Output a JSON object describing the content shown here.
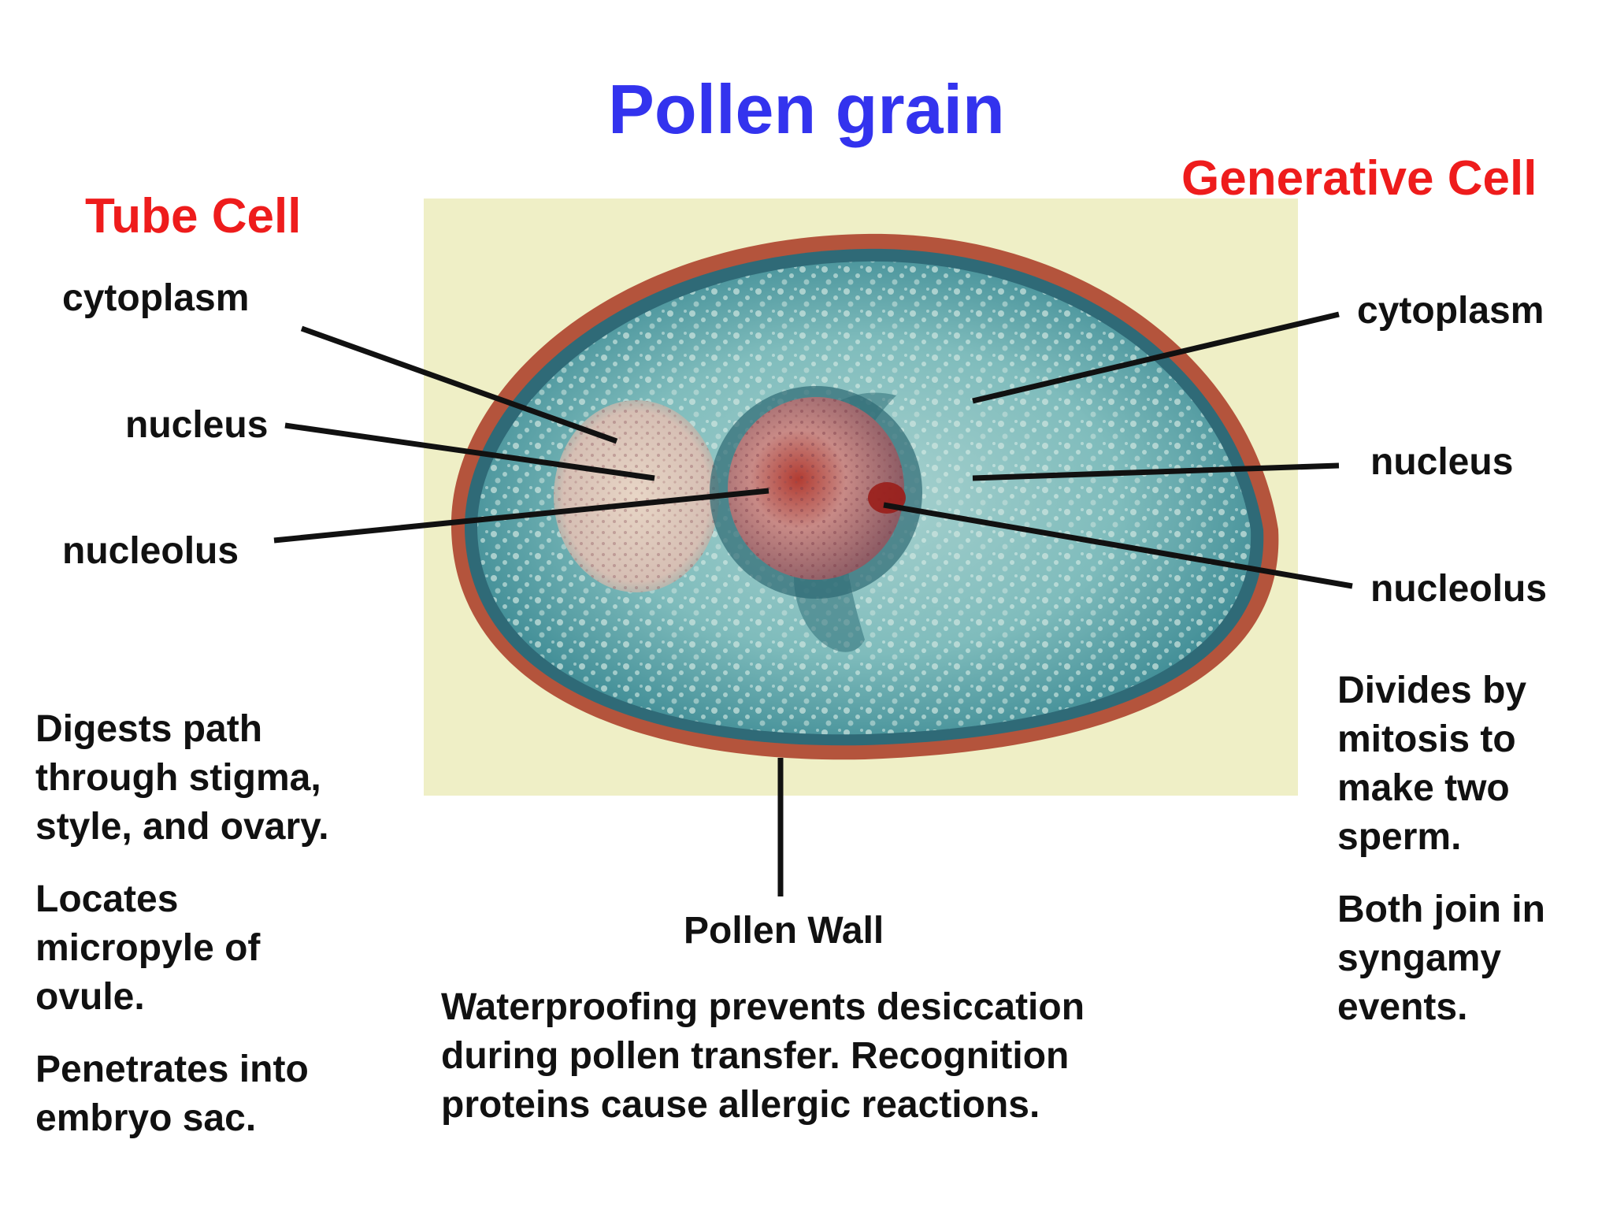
{
  "title": "Pollen grain",
  "colors": {
    "title": "#3333ee",
    "cell_heading": "#ee1c1c",
    "text": "#111111",
    "photo_background": "#efefc6",
    "cytoplasm": "#4e9ea2",
    "pollen_wall": "#b4543c",
    "nucleus_stain": "#a03c3c"
  },
  "tube_cell": {
    "heading": "Tube Cell",
    "labels": {
      "cytoplasm": "cytoplasm",
      "nucleus": "nucleus",
      "nucleolus": "nucleolus"
    },
    "description": [
      [
        "Digests path",
        "through stigma,",
        "style, and ovary."
      ],
      [
        "Locates",
        "micropyle of",
        "ovule."
      ],
      [
        "Penetrates into",
        "embryo sac."
      ]
    ]
  },
  "generative_cell": {
    "heading": "Generative Cell",
    "labels": {
      "cytoplasm": "cytoplasm",
      "nucleus": "nucleus",
      "nucleolus": "nucleolus"
    },
    "description": [
      [
        "Divides by",
        "mitosis to",
        "make two",
        "sperm."
      ],
      [
        "Both join in",
        "syngamy",
        "events."
      ]
    ]
  },
  "pollen_wall": {
    "label": "Pollen Wall",
    "description": [
      "Waterproofing prevents desiccation",
      "during pollen transfer. Recognition",
      "proteins cause allergic reactions."
    ]
  }
}
